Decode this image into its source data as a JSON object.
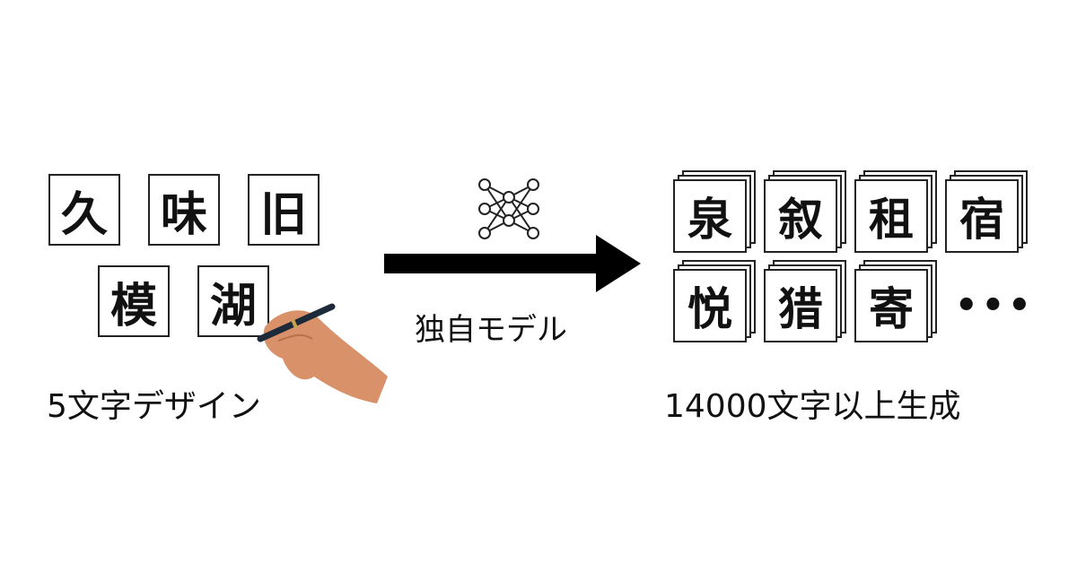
{
  "input": {
    "characters": [
      "久",
      "味",
      "旧",
      "模",
      "湖"
    ],
    "label": "5文字デザイン"
  },
  "process": {
    "icon": "neural-network-icon",
    "label": "独自モデル"
  },
  "output": {
    "characters": [
      "泉",
      "叙",
      "租",
      "宿",
      "悦",
      "猎",
      "寄"
    ],
    "ellipsis": "•••",
    "label": "14000文字以上生成"
  }
}
